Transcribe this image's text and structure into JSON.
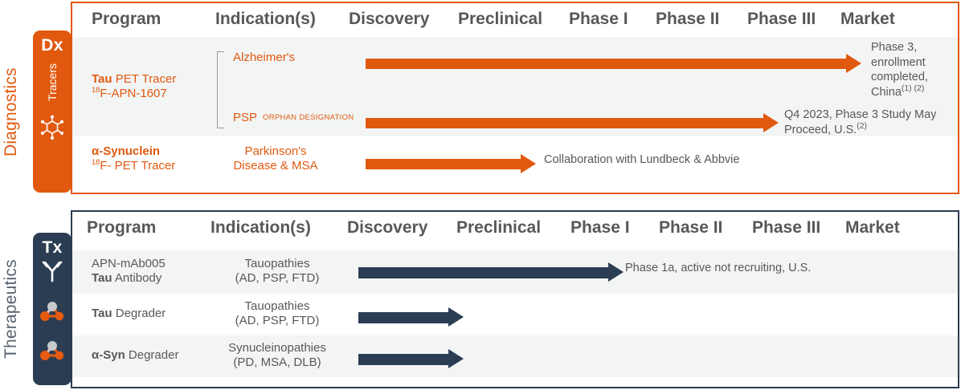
{
  "sections": {
    "diagnostics": {
      "caption": "Diagnostics",
      "tab_code": "Dx",
      "tab_vertical_label": "Tracers",
      "tab_icon": "molecule-ring-icon",
      "accent_color": "#E1590F",
      "columns": [
        "Program",
        "Indication(s)",
        "Discovery",
        "Preclinical",
        "Phase I",
        "Phase II",
        "Phase III",
        "Market"
      ],
      "rows": [
        {
          "program_bold": "Tau",
          "program_rest": " PET Tracer",
          "program_line2_sup": "18",
          "program_line2": "F-APN-1607",
          "indications": [
            {
              "label": "Alzheimer's",
              "badge": null
            },
            {
              "label": "PSP",
              "badge": "ORPHAN DESIGNATION"
            }
          ],
          "bars": [
            {
              "indication": "Alzheimer's",
              "note": "Phase 3, enrollment completed, China",
              "note_sups": "(1) (2)"
            },
            {
              "indication": "PSP",
              "note": "Q4 2023, Phase 3 Study May Proceed, U.S.",
              "note_sups": "(2)"
            }
          ]
        },
        {
          "program_bold": "α-Synuclein",
          "program_rest": "",
          "program_line2_sup": "18",
          "program_line2": "F- PET Tracer",
          "indications": [
            {
              "label": "Parkinson's",
              "badge": null
            },
            {
              "label": "Disease & MSA",
              "badge": null
            }
          ],
          "bars": [
            {
              "indication": "Parkinson's Disease & MSA",
              "note": "Collaboration with Lundbeck & Abbvie",
              "note_sups": ""
            }
          ]
        }
      ]
    },
    "therapeutics": {
      "caption": "Therapeutics",
      "tab_code": "Tx",
      "tab_icons": [
        "antibody-icon",
        "molecule-icon",
        "molecule-icon"
      ],
      "accent_color": "#2B3D52",
      "columns": [
        "Program",
        "Indication(s)",
        "Discovery",
        "Preclinical",
        "Phase I",
        "Phase II",
        "Phase III",
        "Market"
      ],
      "rows": [
        {
          "program_line1": "APN-mAb005",
          "program_bold": "Tau",
          "program_rest": " Antibody",
          "indication_line1": "Tauopathies",
          "indication_line2": "(AD, PSP, FTD)",
          "note": "Phase 1a, active not recruiting, U.S."
        },
        {
          "program_line1": "",
          "program_bold": "Tau",
          "program_rest": " Degrader",
          "indication_line1": "Tauopathies",
          "indication_line2": "(AD, PSP, FTD)",
          "note": ""
        },
        {
          "program_line1": "",
          "program_bold": "α-Syn",
          "program_rest": " Degrader",
          "indication_line1": "Synucleinopathies",
          "indication_line2": "(PD, MSA, DLB)",
          "note": ""
        }
      ]
    }
  },
  "chart_data": {
    "type": "table",
    "title": "Development Pipeline",
    "stages": [
      "Discovery",
      "Preclinical",
      "Phase I",
      "Phase II",
      "Phase III",
      "Market"
    ],
    "programs": [
      {
        "section": "Diagnostics",
        "program": "Tau PET Tracer 18F-APN-1607",
        "indication": "Alzheimer's",
        "progress_stage": "Market",
        "status": "Phase 3, enrollment completed, China (1) (2)"
      },
      {
        "section": "Diagnostics",
        "program": "Tau PET Tracer 18F-APN-1607",
        "indication": "PSP (Orphan Designation)",
        "progress_stage": "Phase III",
        "status": "Q4 2023, Phase 3 Study May Proceed, U.S.(2)"
      },
      {
        "section": "Diagnostics",
        "program": "α-Synuclein 18F- PET Tracer",
        "indication": "Parkinson's Disease & MSA",
        "progress_stage": "Preclinical",
        "status": "Collaboration with Lundbeck & Abbvie"
      },
      {
        "section": "Therapeutics",
        "program": "APN-mAb005 Tau Antibody",
        "indication": "Tauopathies (AD, PSP, FTD)",
        "progress_stage": "Phase I",
        "status": "Phase 1a, active not recruiting, U.S."
      },
      {
        "section": "Therapeutics",
        "program": "Tau Degrader",
        "indication": "Tauopathies (AD, PSP, FTD)",
        "progress_stage": "Discovery",
        "status": ""
      },
      {
        "section": "Therapeutics",
        "program": "α-Syn Degrader",
        "indication": "Synucleinopathies (PD, MSA, DLB)",
        "progress_stage": "Discovery",
        "status": ""
      }
    ]
  }
}
